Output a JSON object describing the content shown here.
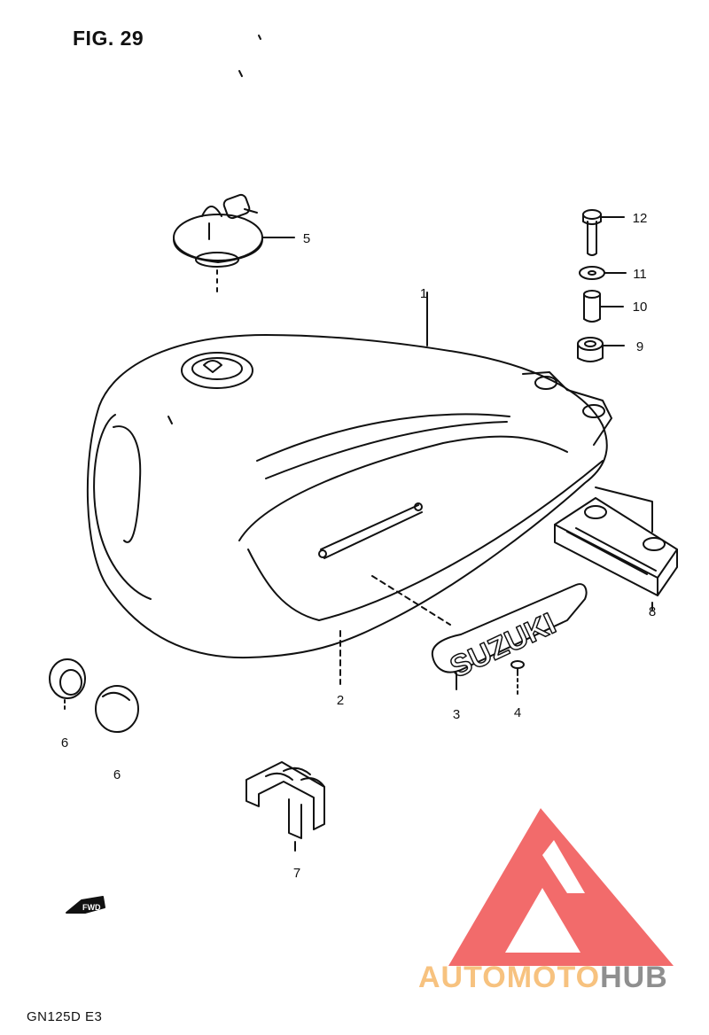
{
  "figure": {
    "title": "FIG. 29",
    "model": "GN125D  E3"
  },
  "parts": [
    {
      "ref": "1"
    },
    {
      "ref": "2"
    },
    {
      "ref": "3"
    },
    {
      "ref": "4"
    },
    {
      "ref": "5"
    },
    {
      "ref": "6"
    },
    {
      "ref": "6"
    },
    {
      "ref": "7"
    },
    {
      "ref": "8"
    },
    {
      "ref": "9"
    },
    {
      "ref": "10"
    },
    {
      "ref": "11"
    },
    {
      "ref": "12"
    }
  ],
  "emblem_text": "SUZUKI",
  "direction_arrow": "FWD",
  "watermark": {
    "part1": "AUTOMOTO",
    "part2": "HUB",
    "colors": [
      "#f26b6b",
      "#f7c27f",
      "#8f8f8f"
    ]
  }
}
